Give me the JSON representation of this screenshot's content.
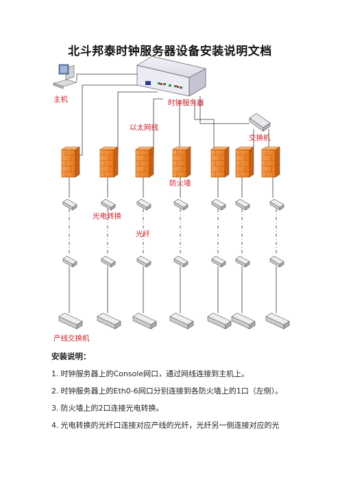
{
  "document": {
    "title": "北斗邦泰时钟服务器设备安装说明文档"
  },
  "diagram": {
    "labels": {
      "host": "主机",
      "clock_server": "时钟服务器",
      "ethernet_cable": "以太网线",
      "switch": "交换机",
      "firewall": "防火墙",
      "media_converter": "光电转换",
      "fiber": "光纤",
      "line_switch": "产线交换机"
    },
    "colors": {
      "label": "#d0202a",
      "firewall_orange": "#f08a2c",
      "server_body": "#e6e4ef",
      "line": "#333333"
    }
  },
  "notes": {
    "heading": "安装说明：",
    "steps": [
      {
        "num": "1.",
        "text": "时钟服务器上的Console网口，通过网线连接到主机上。"
      },
      {
        "num": "2.",
        "text": "时钟服务器上的Eth0-6网口分别连接到各防火墙上的1口（左侧）。"
      },
      {
        "num": "3.",
        "text": "防火墙上的2口连接光电转换。"
      },
      {
        "num": "4.",
        "text": "光电转换的光纤口连接对应产线的光纤，光纤另一侧连接对应的光"
      }
    ]
  }
}
